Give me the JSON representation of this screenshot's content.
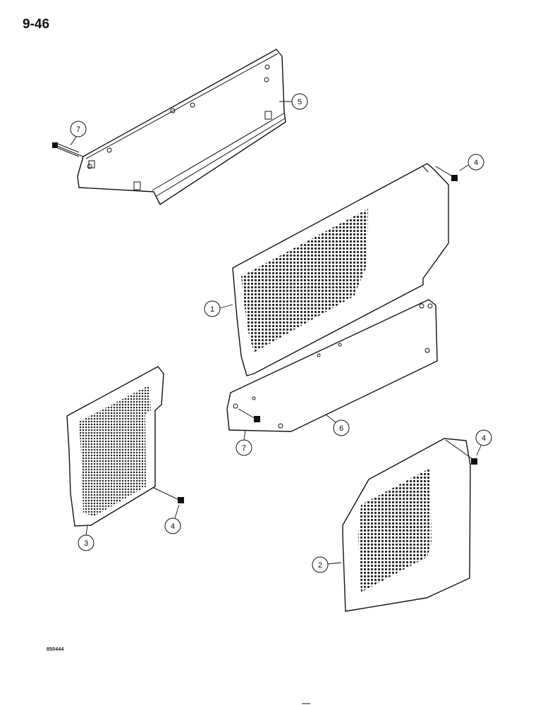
{
  "page": {
    "number": "9-46",
    "drawing_code": "850444"
  },
  "callouts": [
    {
      "id": "callout-1",
      "label": "1"
    },
    {
      "id": "callout-2",
      "label": "2"
    },
    {
      "id": "callout-3",
      "label": "3"
    },
    {
      "id": "callout-4a",
      "label": "4"
    },
    {
      "id": "callout-4b",
      "label": "4"
    },
    {
      "id": "callout-4c",
      "label": "4"
    },
    {
      "id": "callout-5",
      "label": "5"
    },
    {
      "id": "callout-6",
      "label": "6"
    },
    {
      "id": "callout-7a",
      "label": "7"
    },
    {
      "id": "callout-7b",
      "label": "7"
    }
  ]
}
